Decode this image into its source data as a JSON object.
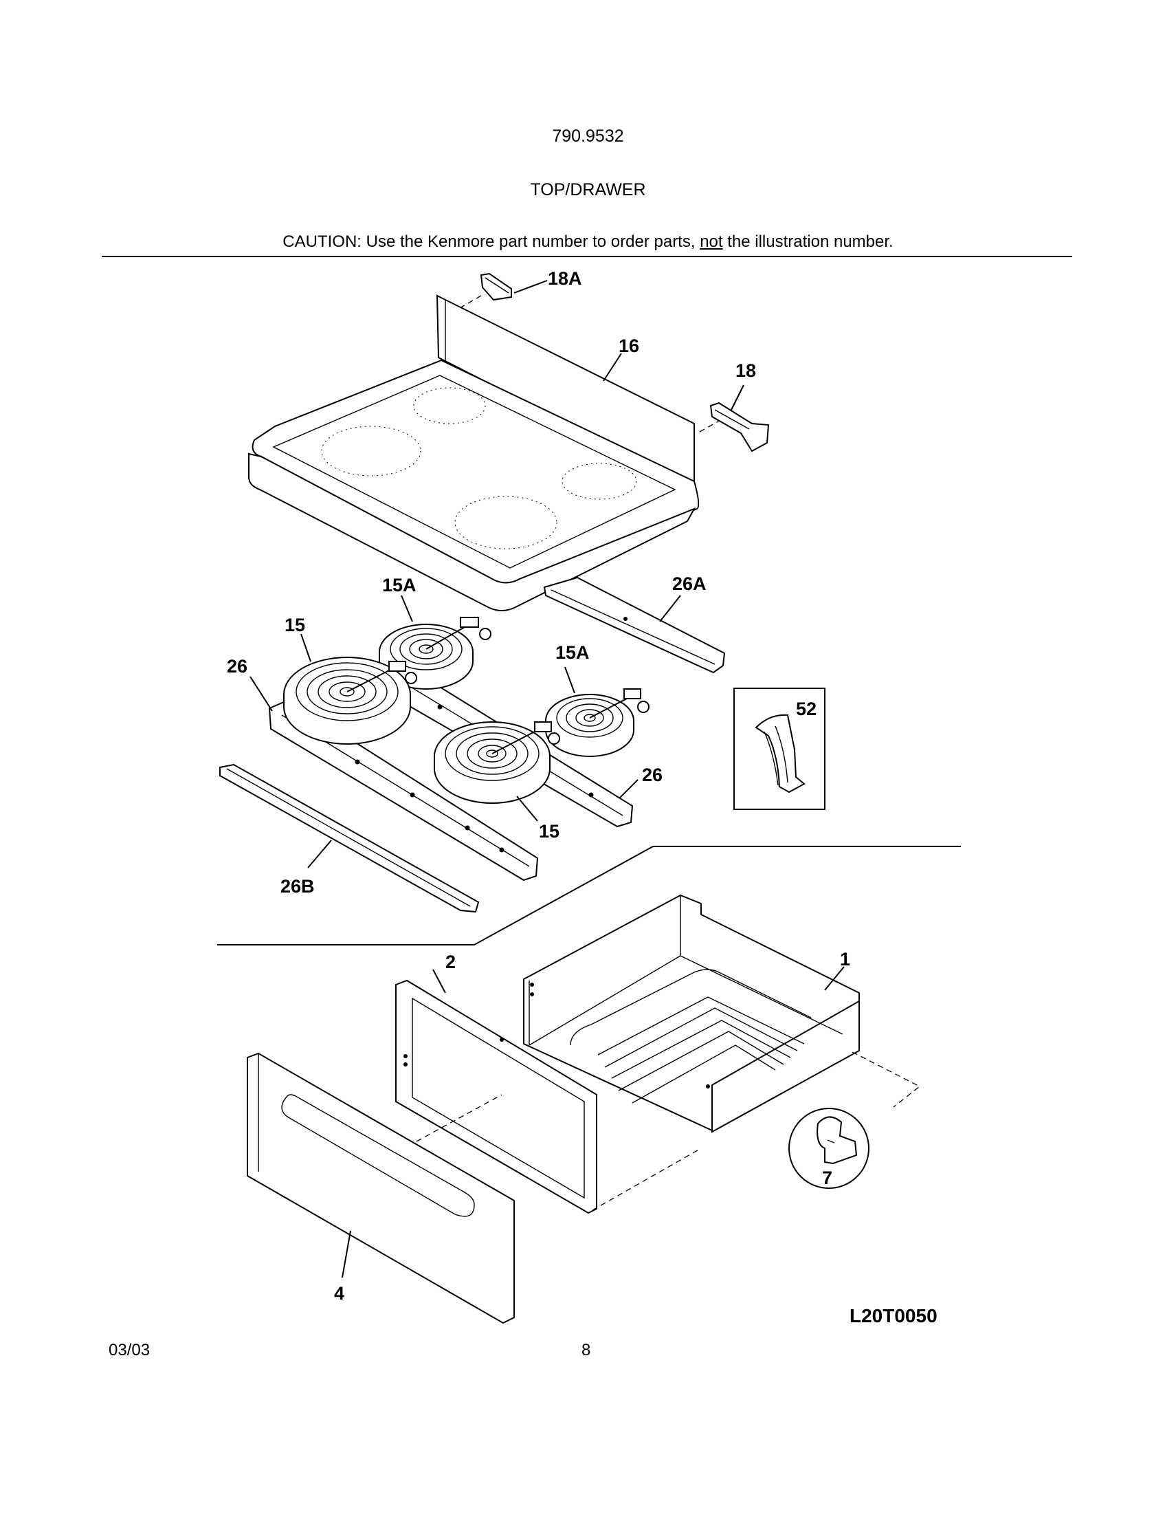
{
  "header": {
    "model_number": "790.9532",
    "section_title": "TOP/DRAWER",
    "caution_before": "CAUTION: Use the Kenmore part number to order parts, ",
    "caution_emphasis": "not",
    "caution_after": " the illustration number."
  },
  "callouts": {
    "top_end_bracket_left": "18A",
    "cooktop": "16",
    "top_end_bracket_right": "18",
    "small_element_rear": "15A",
    "rear_support_bracket": "26A",
    "large_element_left": "15",
    "small_element_right": "15A",
    "element_support_left": "26",
    "clip_inset": "52",
    "element_support_right": "26",
    "large_element_front": "15",
    "front_support_bracket": "26B",
    "drawer_liner": "2",
    "drawer_body": "1",
    "glide_inset": "7",
    "drawer_front": "4"
  },
  "footer": {
    "date": "03/03",
    "page_number": "8",
    "drawing_number": "L20T0050"
  }
}
